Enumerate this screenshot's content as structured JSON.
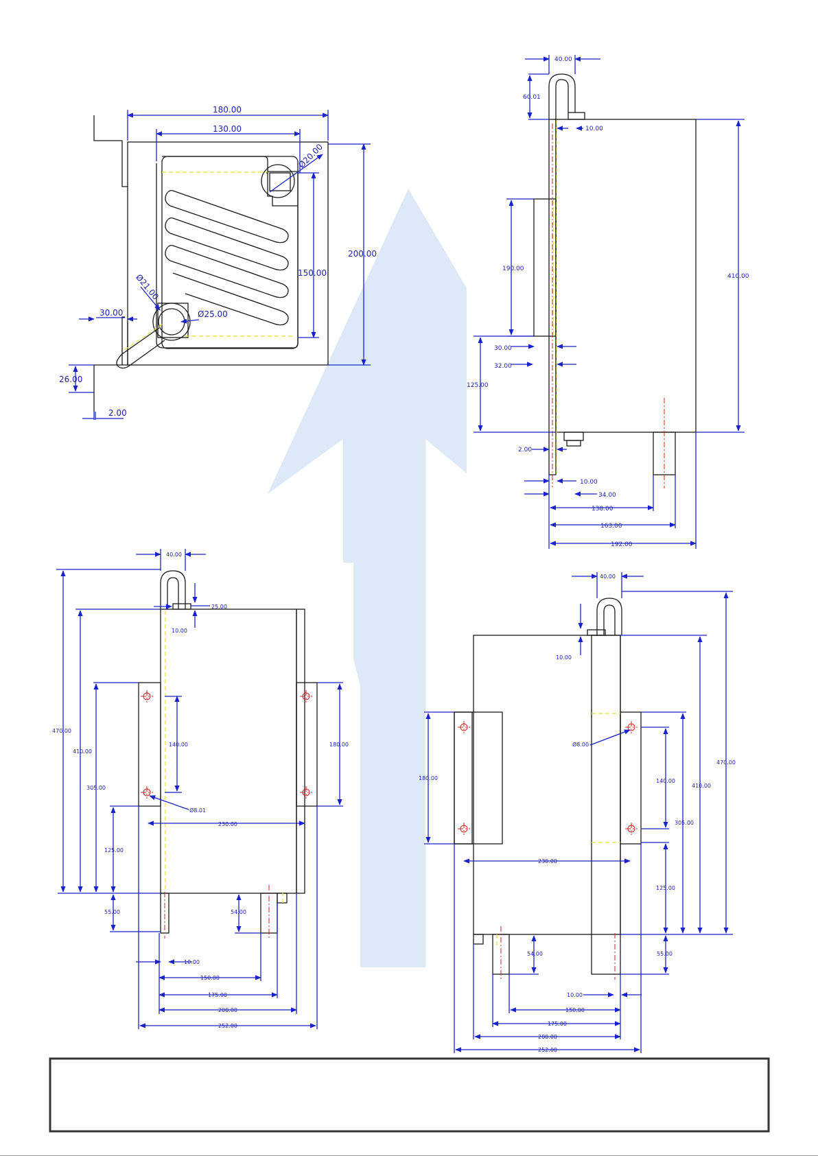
{
  "background_watermark": {
    "color": "#dde9f7",
    "meaning": "arrow-watermark"
  },
  "colors": {
    "dimension": "#1a23c8",
    "outline": "#1a1a1a",
    "centerline": "#d12222",
    "hidden": "#e4e22a",
    "footer_border": "#333333"
  },
  "views": {
    "top": {
      "d180": "180.00",
      "d130": "130.00",
      "dia20": "Ø20.00",
      "d200": "200.00",
      "d150": "150.00",
      "dia21": "Ø21.00",
      "dia25": "Ø25.00",
      "d30": "30.00",
      "d26": "26.00",
      "d2": "2.00"
    },
    "side": {
      "d40": "40.00",
      "d60": "60.01",
      "d10a": "10.00",
      "d190": "190.00",
      "d410": "410.00",
      "d30": "30.00",
      "d32": "32.00",
      "d125": "125.00",
      "d2": "2.00",
      "d10b": "10.00",
      "d34": "34.00",
      "d138": "138.00",
      "d163": "163.00",
      "d192": "192.00"
    },
    "front": {
      "d40": "40.00",
      "d25": "25.00",
      "d10a": "10.00",
      "d470": "470.00",
      "d410": "410.00",
      "d305": "305.00",
      "d140": "140.00",
      "d180": "180.00",
      "dia8": "Ø8.01",
      "d230": "230.00",
      "d125": "125.00",
      "d55": "55.00",
      "d54": "54.00",
      "d10b": "10.00",
      "d150": "150.00",
      "d175": "175.00",
      "d200": "200.00",
      "d252": "252.00"
    },
    "rear": {
      "d40": "40.00",
      "d10a": "10.00",
      "d470": "470.00",
      "d410": "410.00",
      "d180": "180.00",
      "dia8": "Ø8.00",
      "d140": "140.00",
      "d305": "305.00",
      "d230": "230.00",
      "d125": "125.00",
      "d54": "54.00",
      "d55": "55.00",
      "d10b": "10.00",
      "d150": "150.00",
      "d175": "175.00",
      "d200": "200.00",
      "d252": "252.00"
    }
  }
}
